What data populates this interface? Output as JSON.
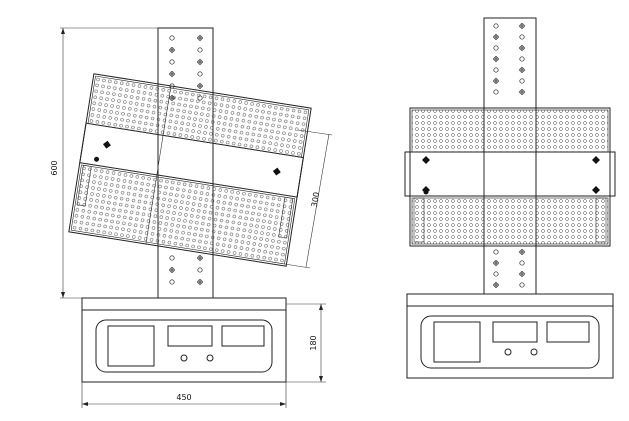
{
  "dimensions": {
    "height": "600",
    "panel_width": "300",
    "base_height": "180",
    "base_width": "450"
  },
  "colors": {
    "line": "#222222",
    "background": "#ffffff"
  }
}
